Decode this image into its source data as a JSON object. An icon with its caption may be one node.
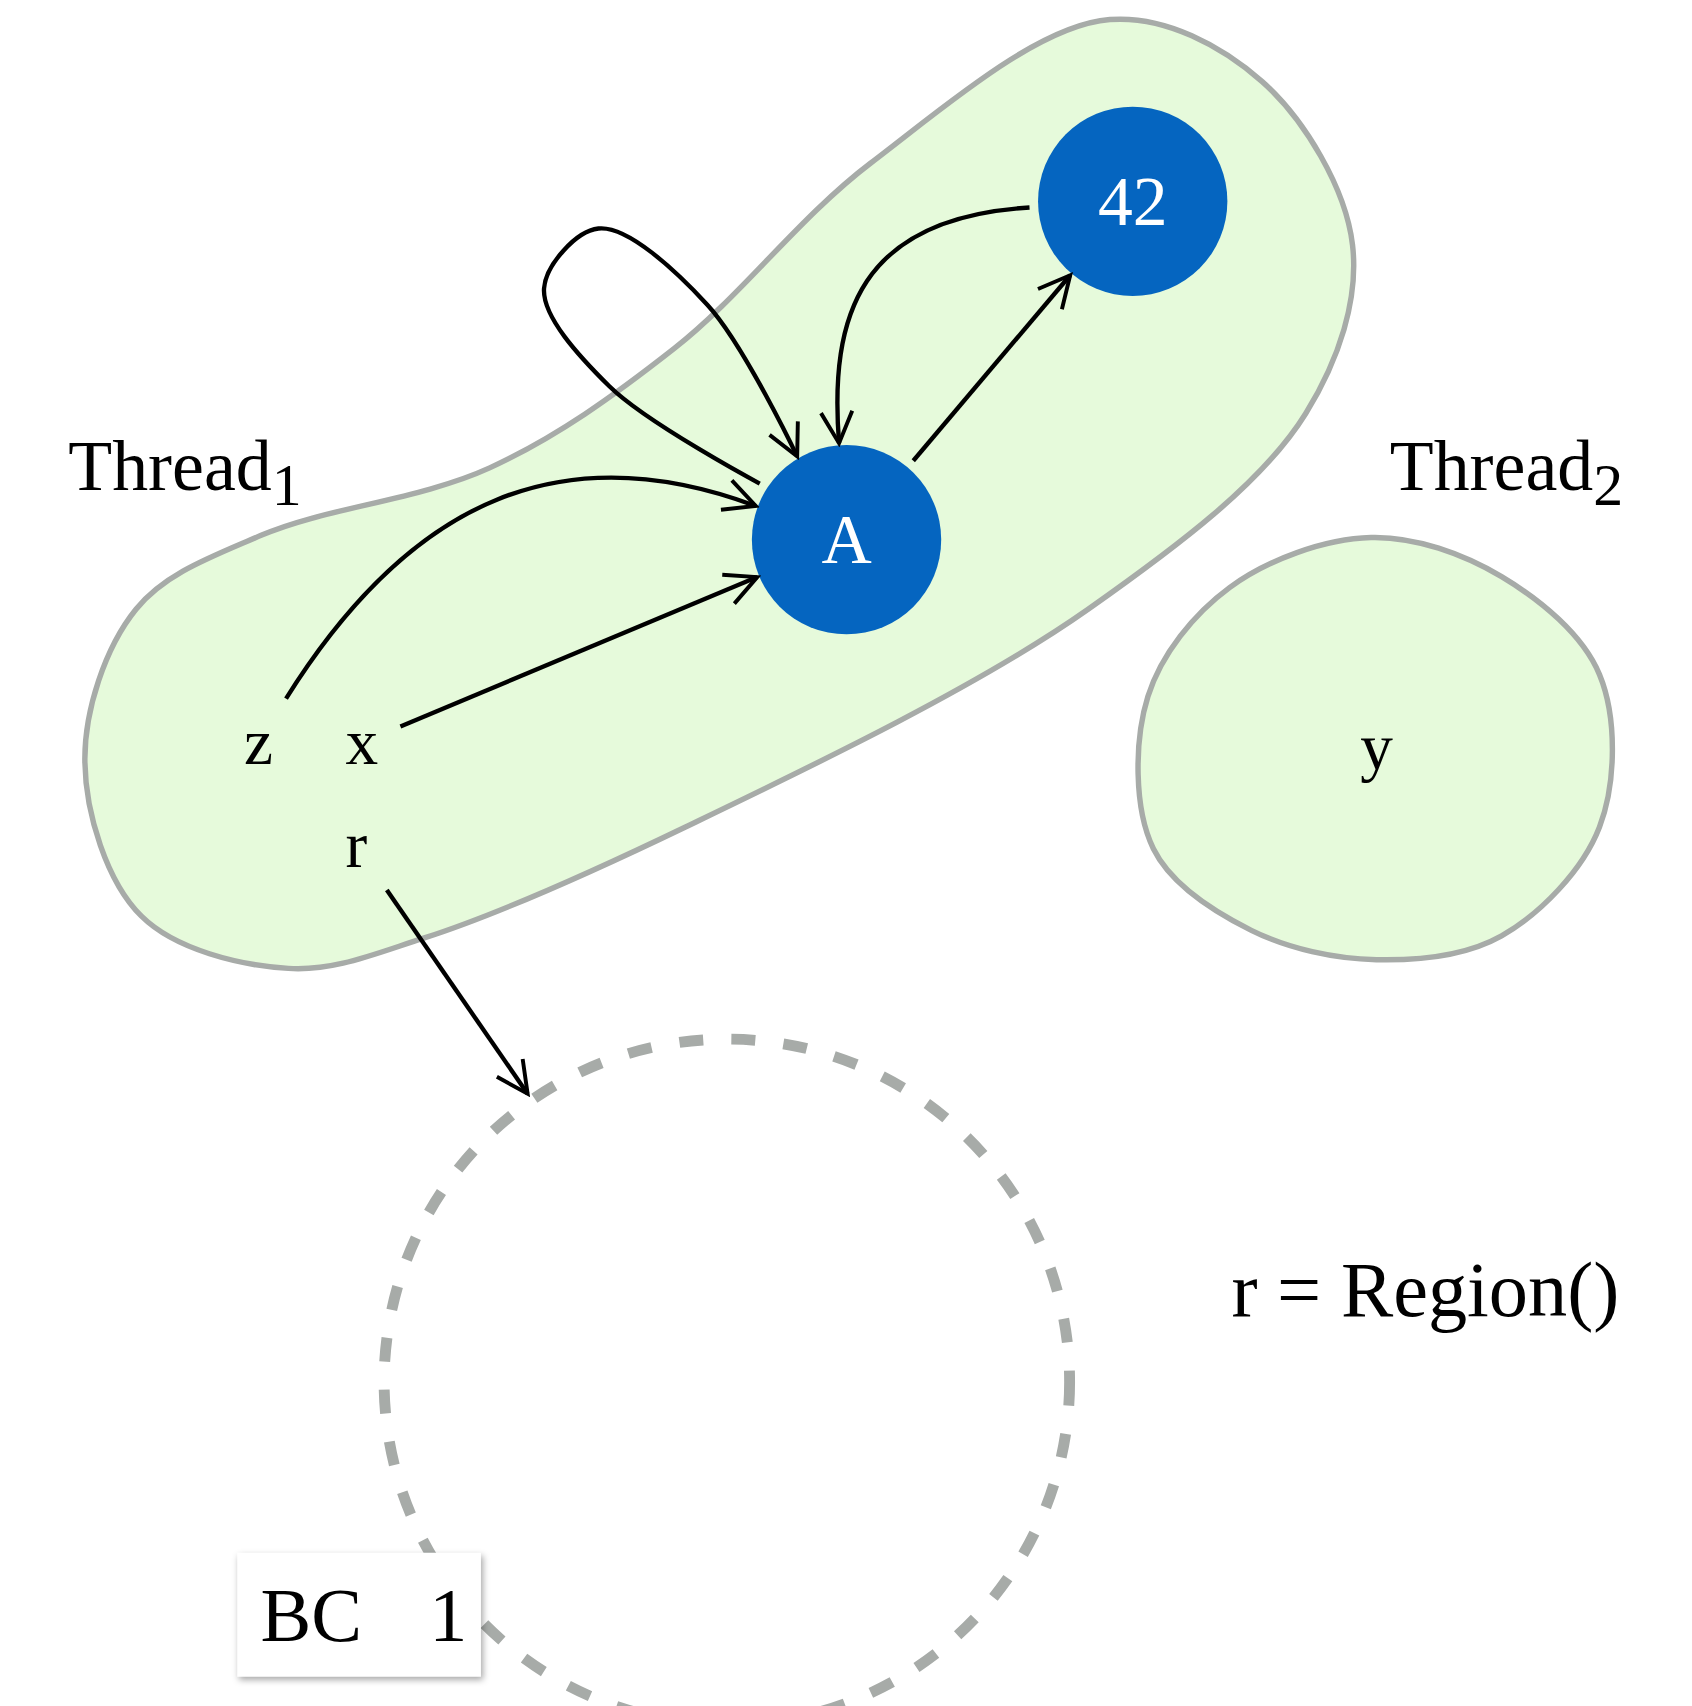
{
  "diagram": {
    "nodes": [
      {
        "text": [
          "Thread$_{1}$"
        ]
      },
      {
        "text": [
          "A"
        ],
        "in": 0
      },
      {
        "text": [
          "42"
        ],
        "in": 0
      },
      {
        "text": [
          "z"
        ],
        "in": 0
      },
      {
        "text": [
          "x"
        ],
        "in": 0
      },
      {
        "text": [
          "r"
        ],
        "in": 0
      },
      {
        "text": [
          "Thread$_{2}$"
        ]
      },
      {
        "text": [
          "y"
        ],
        "in": 6
      },
      {
        "text": [],
        "shape": "circle"
      },
      {
        "text": [
          "BC",
          "1"
        ]
      }
    ],
    "edges": [
      {
        "from": 3,
        "to": 1,
        "arrow": "to"
      },
      {
        "from": 4,
        "to": 1,
        "arrow": "to"
      },
      {
        "from": 1,
        "to": 1,
        "arrow": "to"
      },
      {
        "from": 2,
        "to": 1,
        "arrow": "to"
      },
      {
        "from": 1,
        "to": 2,
        "arrow": "to"
      },
      {
        "from": 5,
        "to": 8,
        "arrow": "to"
      }
    ],
    "labels": [
      "r = Region()"
    ]
  }
}
